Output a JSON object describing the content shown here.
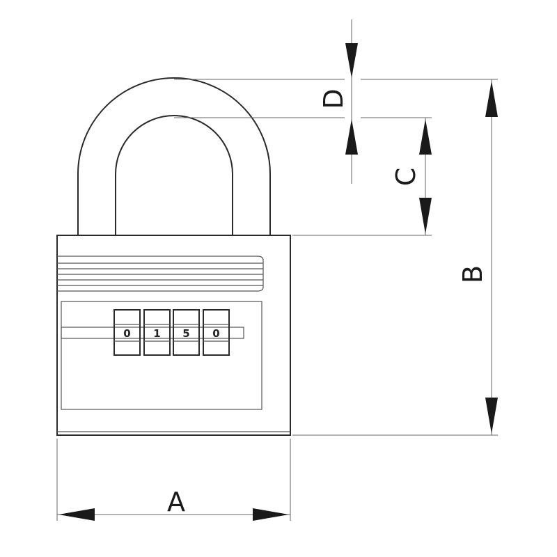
{
  "dimensions": {
    "A": "A",
    "B": "B",
    "C": "C",
    "D": "D"
  },
  "dial": {
    "digits": [
      "0",
      "1",
      "5",
      "0"
    ]
  }
}
